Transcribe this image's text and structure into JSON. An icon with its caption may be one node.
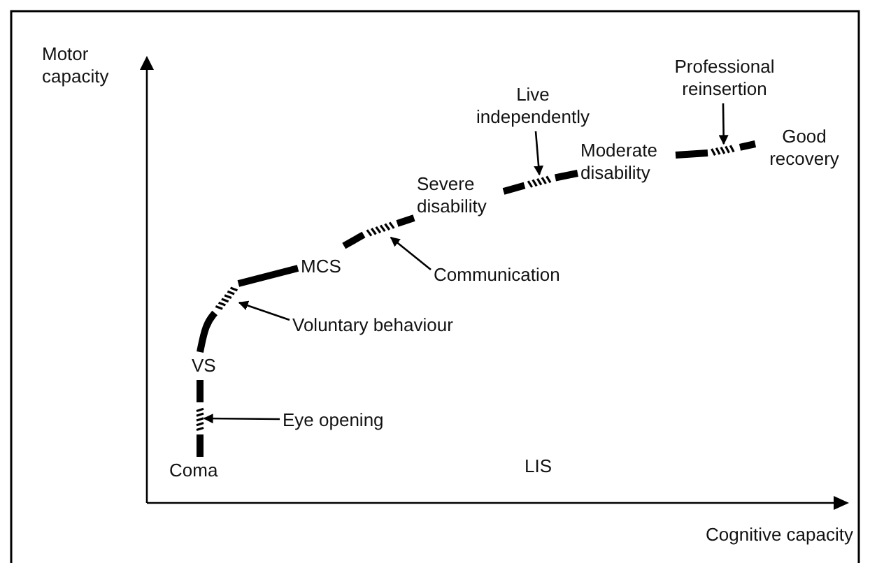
{
  "diagram": {
    "nodes": [
      {
        "text": [
          "Coma"
        ]
      },
      {
        "text": [
          "VS"
        ]
      },
      {
        "text": [
          "MCS"
        ]
      },
      {
        "text": [
          "Severe disability"
        ]
      },
      {
        "text": [
          "Moderate disability"
        ]
      },
      {
        "text": [
          "Good recovery"
        ]
      },
      {
        "text": [
          "LIS"
        ]
      },
      {
        "text": [
          "Eye opening"
        ]
      },
      {
        "text": [
          "Voluntary behaviour"
        ]
      },
      {
        "text": [
          "Communication"
        ]
      },
      {
        "text": [
          "Live independently"
        ]
      },
      {
        "text": [
          "Professional reinsertion"
        ]
      },
      {
        "text": [],
        "shape": "bar"
      },
      {
        "text": [],
        "shape": "bar"
      },
      {
        "text": [],
        "shape": "bar"
      },
      {
        "text": [],
        "shape": "bar"
      },
      {
        "text": [],
        "shape": "bar"
      }
    ],
    "edges": [
      {
        "from": 0,
        "to": 12,
        "arrow": "none"
      },
      {
        "from": 12,
        "to": 1,
        "arrow": "none"
      },
      {
        "from": 1,
        "to": 13,
        "arrow": "none"
      },
      {
        "from": 13,
        "to": 2,
        "arrow": "none"
      },
      {
        "from": 2,
        "to": 14,
        "arrow": "none"
      },
      {
        "from": 14,
        "to": 3,
        "arrow": "none"
      },
      {
        "from": 3,
        "to": 15,
        "arrow": "none"
      },
      {
        "from": 15,
        "to": 4,
        "arrow": "none"
      },
      {
        "from": 4,
        "to": 16,
        "arrow": "none"
      },
      {
        "from": 16,
        "to": 5,
        "arrow": "none"
      },
      {
        "from": 7,
        "to": 12,
        "arrow": "to"
      },
      {
        "from": 8,
        "to": 13,
        "arrow": "to"
      },
      {
        "from": 9,
        "to": 14,
        "arrow": "to"
      },
      {
        "from": 10,
        "to": 15,
        "arrow": "to"
      },
      {
        "from": 11,
        "to": 16,
        "arrow": "to"
      }
    ],
    "labels": [
      "Motor capacity",
      "Cognitive capacity"
    ]
  }
}
